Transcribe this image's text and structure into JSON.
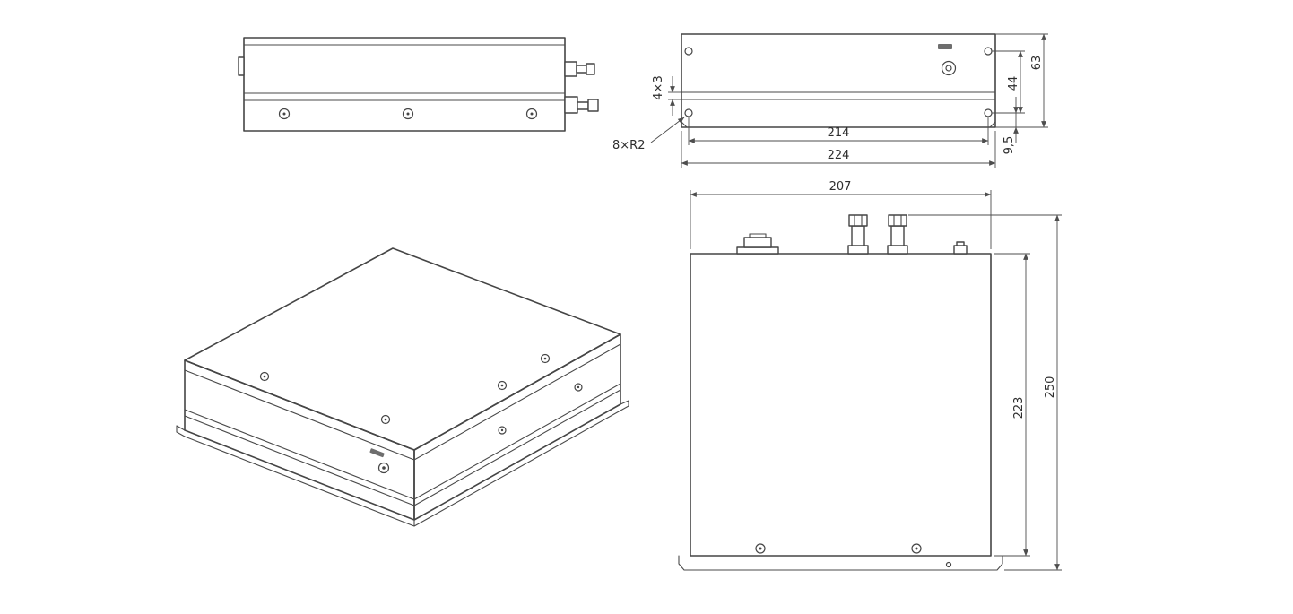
{
  "page": {
    "background": "#ffffff",
    "line_color": "#454545",
    "dim_color": "#2e2e2e"
  },
  "front_view": {
    "dim_slot": "4×3",
    "dim_radius": "8×R2",
    "dim_width_holes": "214",
    "dim_width_overall": "224",
    "dim_height_holes": "44",
    "dim_height_overall": "63",
    "dim_foot": "9,5"
  },
  "top_view": {
    "dim_width": "207",
    "dim_depth_body": "223",
    "dim_depth_overall": "250"
  }
}
